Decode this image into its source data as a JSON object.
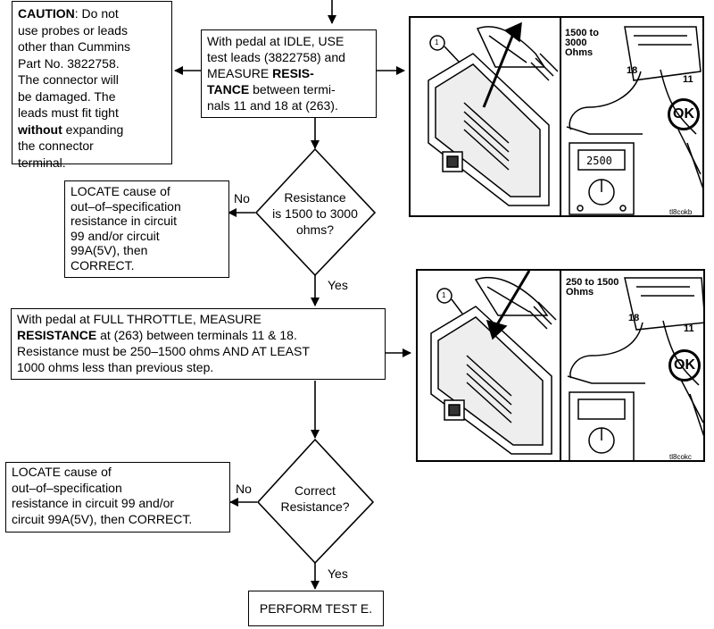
{
  "caution": {
    "bold": "CAUTION",
    "line1": ": Do not",
    "line2": "use probes or leads",
    "line3": "other than Cummins",
    "line4": "Part No. 3822758.",
    "line5": "The connector will",
    "line6": "be damaged. The",
    "line7": "leads must fit tight",
    "line8_bold": "without",
    "line8": " expanding",
    "line9": "the connector",
    "line10": "terminal."
  },
  "step1": {
    "line1": "With pedal at IDLE, USE",
    "line2": "test leads (3822758) and",
    "line3": "MEASURE ",
    "line3_bold": "RESIS-",
    "line4_bold": "TANCE",
    "line4": " between termi-",
    "line5": "nals 11 and 18 at (263)."
  },
  "decision1": {
    "line1": "Resistance",
    "line2": "is 1500 to 3000",
    "line3": "ohms?",
    "no_label": "No",
    "yes_label": "Yes"
  },
  "locate1": {
    "line1": "LOCATE cause of",
    "line2": "out–of–specification",
    "line3": "resistance in circuit",
    "line4": "99 and/or circuit",
    "line5": "99A(5V), then",
    "line6": "CORRECT."
  },
  "step2": {
    "line1": "With pedal at FULL THROTTLE, MEASURE",
    "line2_bold": "RESISTANCE",
    "line2": " at (263) between terminals 11 & 18.",
    "line3": "Resistance must be 250–1500 ohms AND AT LEAST",
    "line4": "1000 ohms less than previous step."
  },
  "decision2": {
    "line1": "Correct",
    "line2": "Resistance?",
    "no_label": "No",
    "yes_label": "Yes"
  },
  "locate2": {
    "line1": "LOCATE cause of",
    "line2": "out–of–specification",
    "line3": "resistance in circuit 99 and/or",
    "line4": "circuit 99A(5V), then CORRECT."
  },
  "final": {
    "label": "PERFORM TEST E."
  },
  "photo1": {
    "callout": "1",
    "range_line1": "1500 to",
    "range_line2": "3000",
    "range_line3": "Ohms",
    "terminal_a": "18",
    "terminal_b": "11",
    "ok": "OK",
    "reading": "2500",
    "code": "tl8cokb"
  },
  "photo2": {
    "callout": "1",
    "range_line1": "250 to 1500",
    "range_line2": "Ohms",
    "terminal_a": "18",
    "terminal_b": "11",
    "ok": "OK",
    "code": "tl8cokc"
  }
}
